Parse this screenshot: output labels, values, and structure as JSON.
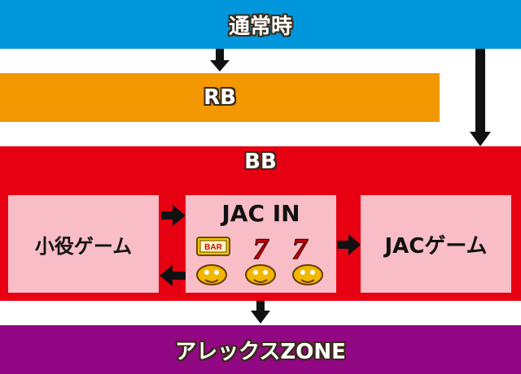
{
  "states": {
    "normal": "通常時",
    "rb": "RB",
    "bb": "BB",
    "koyaku_game": "小役ゲーム",
    "jac_in": "JAC IN",
    "jac_game": "JACゲーム",
    "zone": "アレックスZONE"
  },
  "reel_symbols": {
    "bar": "BAR",
    "seven": "7"
  },
  "colors": {
    "normal": "#0096dc",
    "rb": "#f39800",
    "bb": "#e60012",
    "inner_box": "#f8bdc6",
    "zone": "#920783",
    "arrow": "#111111"
  }
}
